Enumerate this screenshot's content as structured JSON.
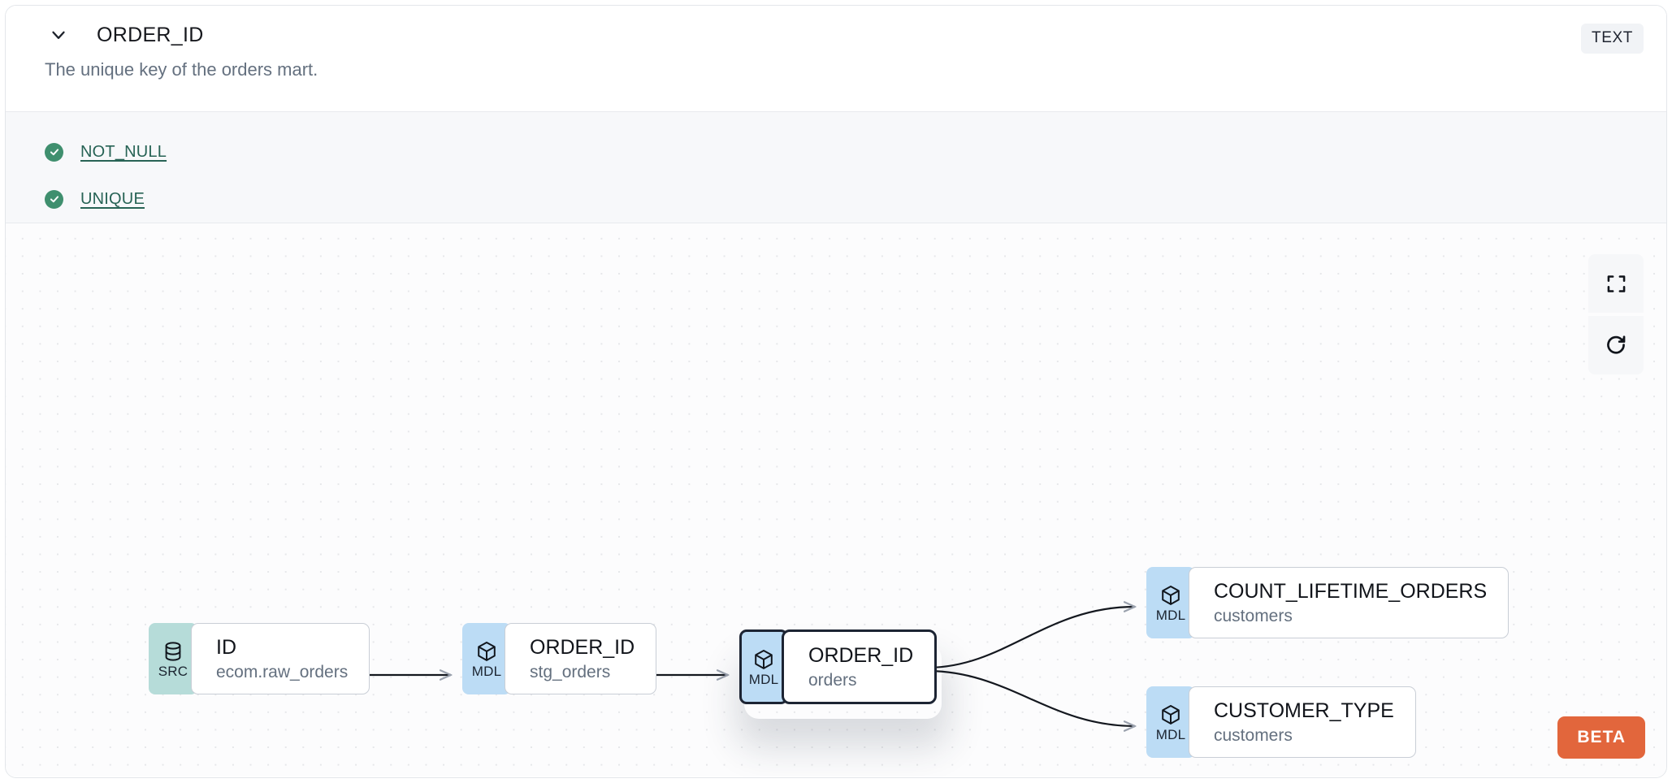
{
  "header": {
    "chevron_icon": "chevron-down-icon",
    "column_name": "ORDER_ID",
    "type_badge": "TEXT",
    "description": "The unique key of the orders mart."
  },
  "tests": {
    "items": [
      {
        "status_icon": "check-circle-icon",
        "label": "NOT_NULL",
        "passed": true
      },
      {
        "status_icon": "check-circle-icon",
        "label": "UNIQUE",
        "passed": true
      }
    ]
  },
  "lineage": {
    "nodes": [
      {
        "id": "src",
        "badge": "SRC",
        "badge_icon": "database-icon",
        "name": "ID",
        "sub": "ecom.raw_orders",
        "selected": false
      },
      {
        "id": "stg",
        "badge": "MDL",
        "badge_icon": "cube-icon",
        "name": "ORDER_ID",
        "sub": "stg_orders",
        "selected": false
      },
      {
        "id": "orders",
        "badge": "MDL",
        "badge_icon": "cube-icon",
        "name": "ORDER_ID",
        "sub": "orders",
        "selected": true
      },
      {
        "id": "count",
        "badge": "MDL",
        "badge_icon": "cube-icon",
        "name": "COUNT_LIFETIME_ORDERS",
        "sub": "customers",
        "selected": false
      },
      {
        "id": "custype",
        "badge": "MDL",
        "badge_icon": "cube-icon",
        "name": "CUSTOMER_TYPE",
        "sub": "customers",
        "selected": false
      }
    ],
    "edges": [
      {
        "from": "src",
        "to": "stg",
        "shape": "straight"
      },
      {
        "from": "stg",
        "to": "orders",
        "shape": "straight"
      },
      {
        "from": "orders",
        "to": "count",
        "shape": "curve-up"
      },
      {
        "from": "orders",
        "to": "custype",
        "shape": "curve-down"
      }
    ],
    "controls": [
      {
        "name": "fullscreen-icon",
        "label": "Fit view"
      },
      {
        "name": "refresh-icon",
        "label": "Reset"
      }
    ],
    "beta_label": "BETA"
  },
  "colors": {
    "src_badge": "#b6dcd9",
    "mdl_badge": "#bcdcf5",
    "test_pass": "#3f8f6e",
    "test_link": "#276355",
    "beta": "#e2663c",
    "selected_border": "#1c2433"
  }
}
